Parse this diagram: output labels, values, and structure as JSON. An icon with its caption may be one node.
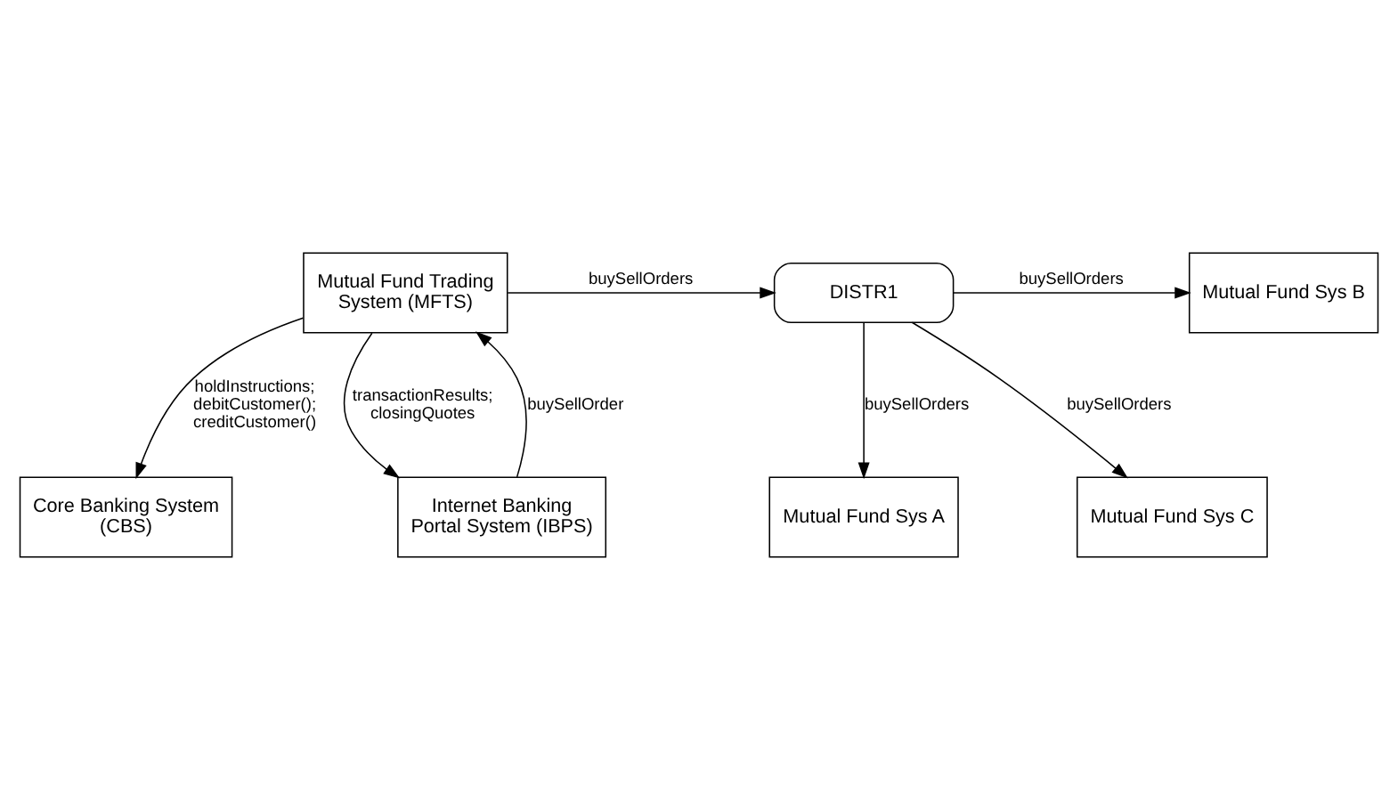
{
  "diagram": {
    "nodes": [
      {
        "text": [
          "Core Banking System (CBS)"
        ]
      },
      {
        "text": [
          "Mutual Fund Trading System (MFTS)"
        ]
      },
      {
        "text": [
          "Internet Banking Portal System (IBPS)"
        ]
      },
      {
        "text": [
          "DISTR1"
        ]
      },
      {
        "text": [
          "Mutual Fund Sys A"
        ]
      },
      {
        "text": [
          "Mutual Fund Sys B"
        ]
      },
      {
        "text": [
          "Mutual Fund Sys C"
        ]
      }
    ],
    "edges": [
      {
        "from": 1,
        "to": 0,
        "arrow": "to",
        "label": "holdInstructions; debitCustomer(); creditCustomer()"
      },
      {
        "from": 1,
        "to": 3,
        "arrow": "to",
        "label": "buySellOrders"
      },
      {
        "from": 3,
        "to": 4,
        "arrow": "to",
        "label": "buySellOrders"
      },
      {
        "from": 3,
        "to": 5,
        "arrow": "to",
        "label": "buySellOrders"
      },
      {
        "from": 3,
        "to": 6,
        "arrow": "to",
        "label": "buySellOrders"
      },
      {
        "from": 1,
        "to": 2,
        "arrow": "to",
        "label": "transactionResults; closingQuotes"
      },
      {
        "from": 2,
        "to": 1,
        "arrow": "to",
        "label": "buySellOrder"
      }
    ]
  }
}
